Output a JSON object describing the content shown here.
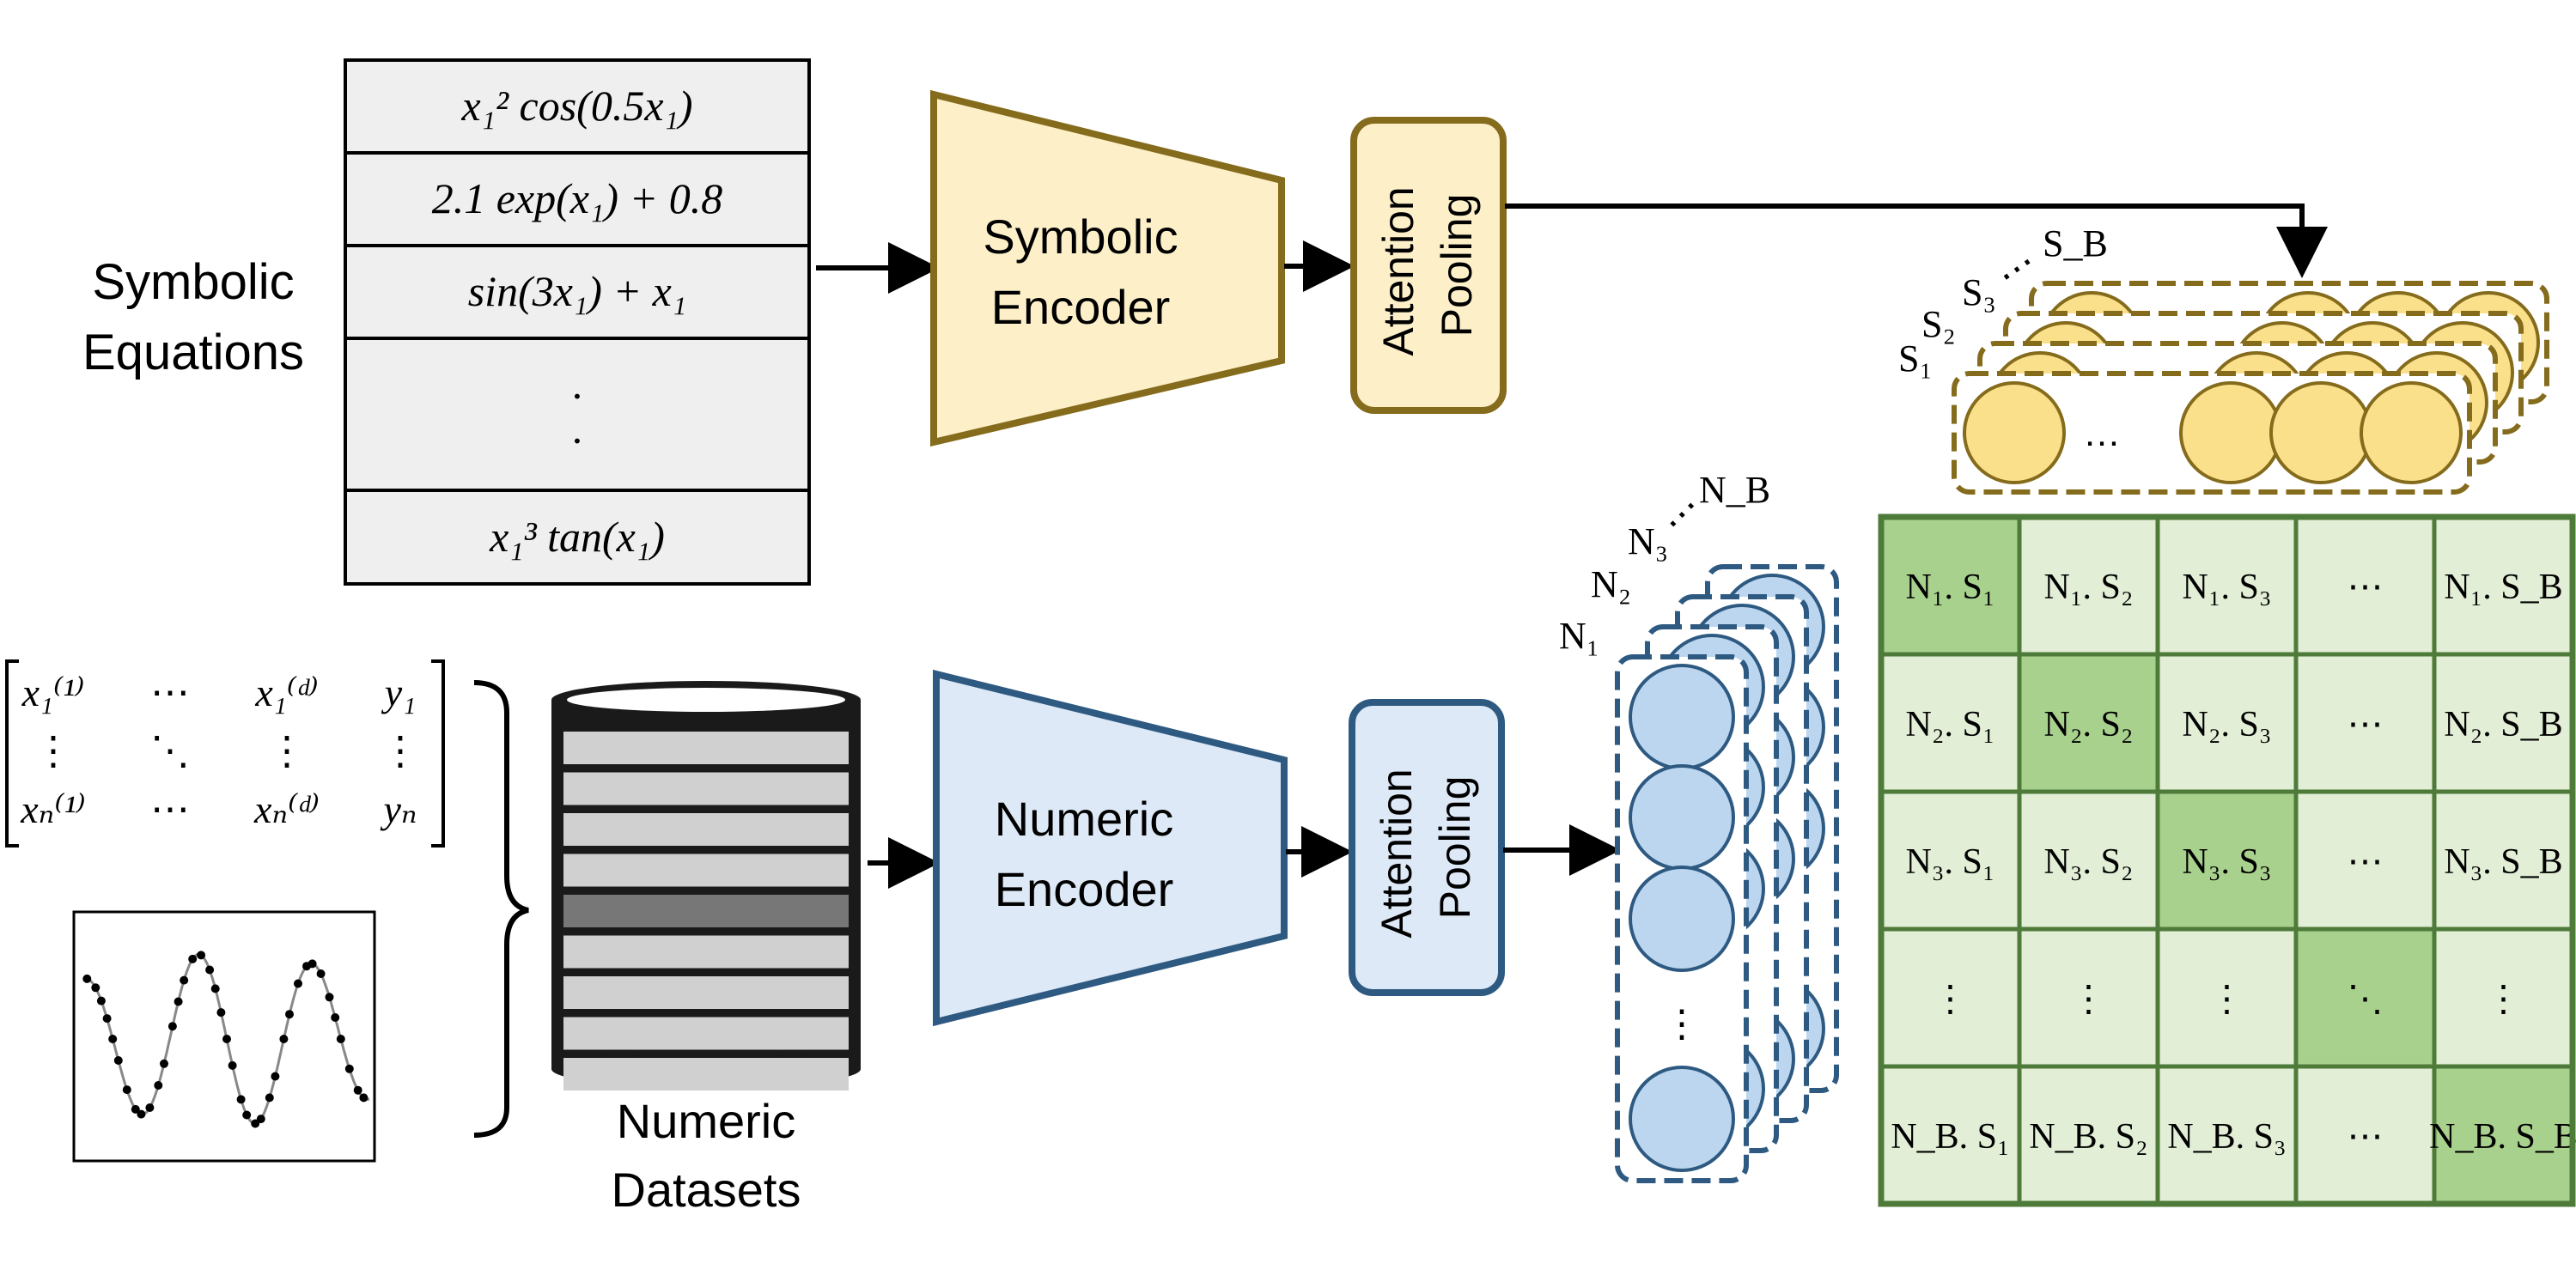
{
  "labels": {
    "symbolic_equations": [
      "Symbolic",
      "Equations"
    ],
    "symbolic_encoder": [
      "Symbolic",
      "Encoder"
    ],
    "numeric_encoder": [
      "Numeric",
      "Encoder"
    ],
    "attention_pooling": "Attention Pooling",
    "numeric_datasets": [
      "Numeric",
      "Datasets"
    ]
  },
  "equations": [
    {
      "text": "x₁² cos(0.5x₁)"
    },
    {
      "text": "2.1 exp(x₁) + 0.8"
    },
    {
      "text": "sin(3x₁) + x₁"
    },
    {
      "text": "·\n·"
    },
    {
      "text": "x₁³ tan(x₁)"
    }
  ],
  "data_matrix": {
    "rows": [
      [
        "x₁⁽¹⁾",
        "⋯",
        "x₁⁽ᵈ⁾",
        "y₁"
      ],
      [
        "⋮",
        "⋱",
        "⋮",
        "⋮"
      ],
      [
        "xₙ⁽¹⁾",
        "⋯",
        "xₙ⁽ᵈ⁾",
        "yₙ"
      ]
    ]
  },
  "symbolic_stack_labels": [
    "S₁",
    "S₂",
    "S₃",
    "⋯",
    "S_B"
  ],
  "numeric_stack_labels": [
    "N₁",
    "N₂",
    "N₃",
    "⋯",
    "N_B"
  ],
  "embedding_row_ellipsis": "…",
  "embedding_col_ellipsis": "⋮",
  "similarity_matrix": [
    [
      "N₁. S₁",
      "N₁. S₂",
      "N₁. S₃",
      "⋯",
      "N₁. S_B"
    ],
    [
      "N₂. S₁",
      "N₂. S₂",
      "N₂. S₃",
      "⋯",
      "N₂. S_B"
    ],
    [
      "N₃. S₁",
      "N₃. S₂",
      "N₃. S₃",
      "⋯",
      "N₃. S_B"
    ],
    [
      "⋮",
      "⋮",
      "⋮",
      "⋱",
      "⋮"
    ],
    [
      "N_B. S₁",
      "N_B. S₂",
      "N_B. S₃",
      "⋯",
      "N_B. S_B"
    ]
  ],
  "colors": {
    "symbolic_fill": "#fdf0c9",
    "symbolic_stroke": "#856b1c",
    "symbolic_circle": "#fbe08c",
    "numeric_fill": "#dde9f6",
    "numeric_stroke": "#2e5a82",
    "numeric_circle": "#bcd6ef",
    "matrix_light": "#e2eed6",
    "matrix_dark": "#a9d18e",
    "matrix_border": "#4f7b3a",
    "table_fill": "#efefef",
    "cylinder_dark": "#1a1a1a",
    "cylinder_light": "#d0d0d0",
    "cylinder_highlight": "#777777"
  }
}
